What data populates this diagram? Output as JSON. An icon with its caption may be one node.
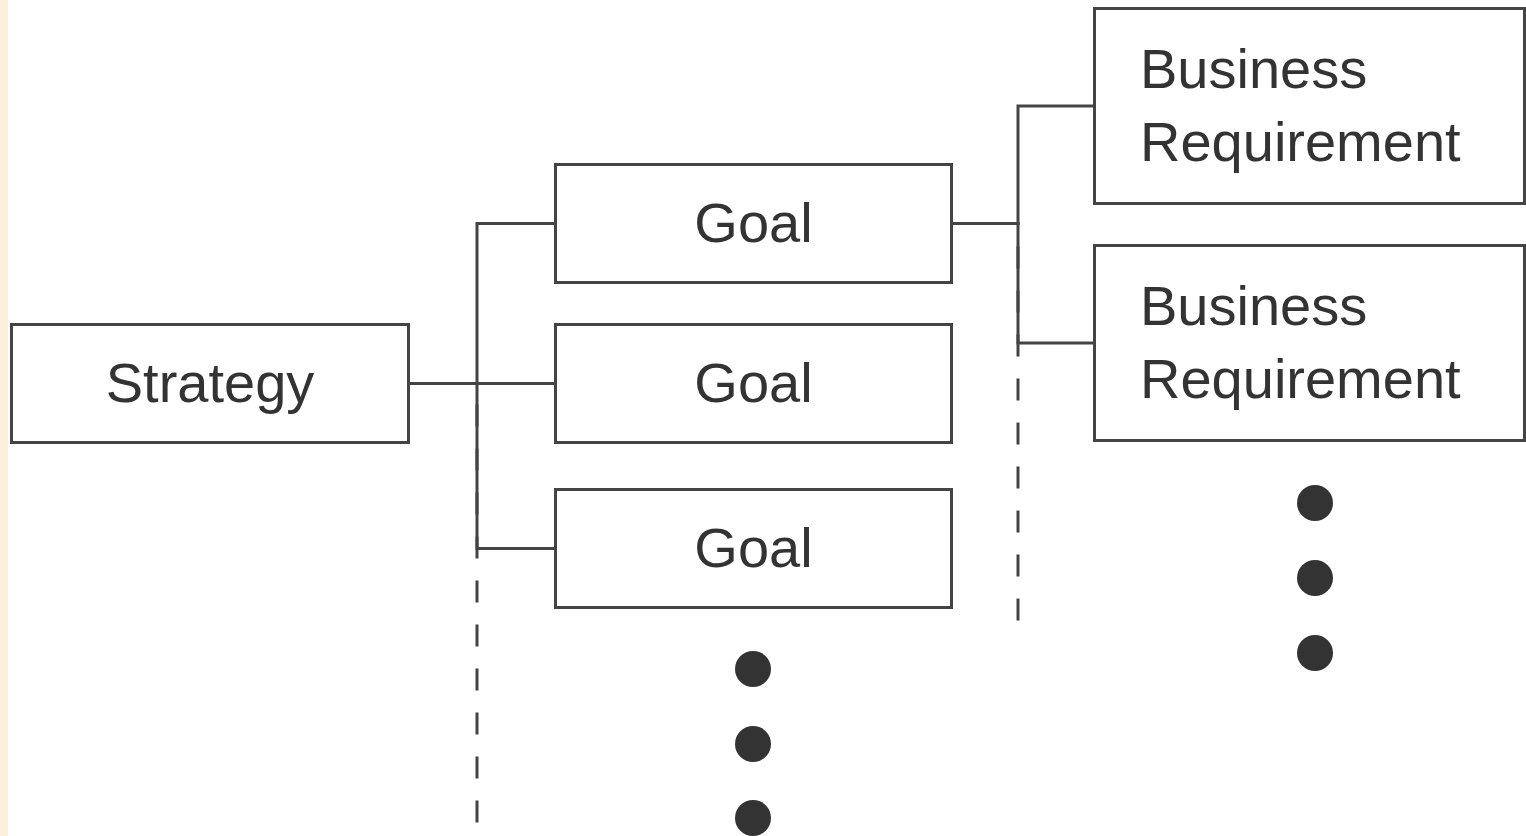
{
  "diagram": {
    "nodes": [
      {
        "text": [
          "Strategy"
        ]
      },
      {
        "text": [
          "Goal"
        ]
      },
      {
        "text": [
          "Goal"
        ]
      },
      {
        "text": [
          "Goal"
        ]
      },
      {
        "text": [
          "Business Requirement"
        ]
      },
      {
        "text": [
          "Business Requirement"
        ]
      }
    ],
    "edges": [
      {
        "from": 0,
        "to": 1,
        "arrow": "none"
      },
      {
        "from": 0,
        "to": 2,
        "arrow": "none"
      },
      {
        "from": 0,
        "to": 3,
        "arrow": "none"
      },
      {
        "from": 0,
        "to": null,
        "arrow": "none",
        "style": "dashed"
      },
      {
        "from": 1,
        "to": 4,
        "arrow": "none"
      },
      {
        "from": 1,
        "to": 5,
        "arrow": "none"
      },
      {
        "from": 1,
        "to": null,
        "arrow": "none",
        "style": "dashed"
      }
    ]
  }
}
